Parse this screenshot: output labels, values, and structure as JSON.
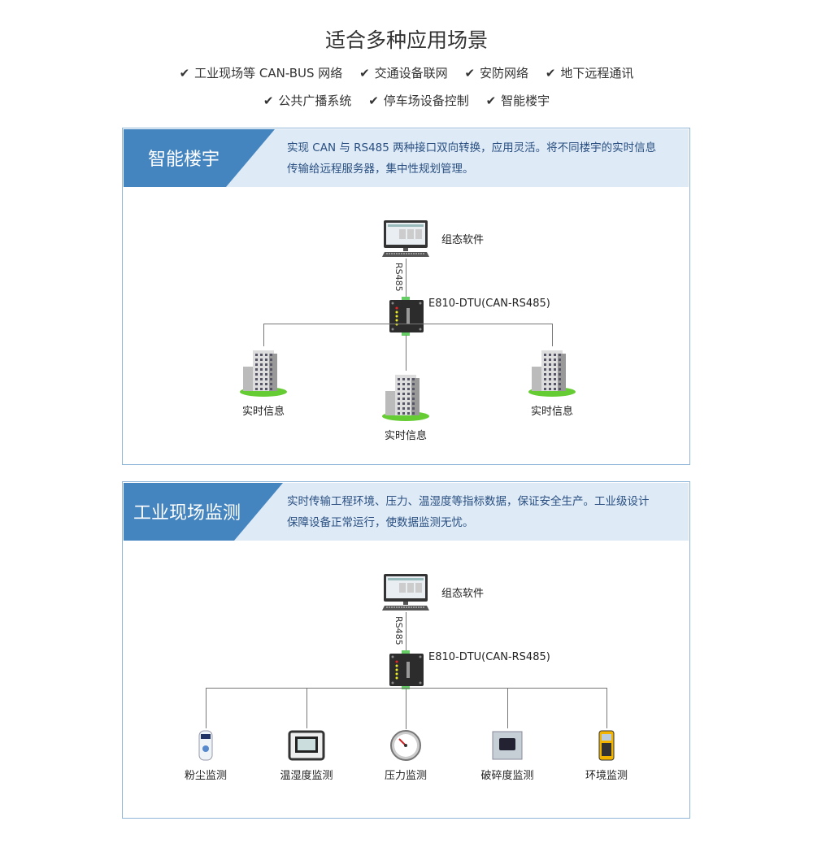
{
  "title": "适合多种应用场景",
  "features_row1": [
    "工业现场等 CAN-BUS 网络",
    "交通设备联网",
    "安防网络",
    "地下远程通讯"
  ],
  "features_row2": [
    "公共广播系统",
    "停车场设备控制",
    "智能楼宇"
  ],
  "check_icon": "✔",
  "colors": {
    "accent": "#4585bf",
    "band": "#deebf7",
    "border": "#8fb6d8",
    "desc_text": "#2a4f80"
  },
  "sections": [
    {
      "title": "智能楼宇",
      "desc_line1": "实现 CAN 与 RS485 两种接口双向转换，应用灵活。将不同楼宇的实时信息",
      "desc_line2": "传输给远程服务器，集中性规划管理。",
      "software": "组态软件",
      "link": "RS485",
      "device": "E810-DTU(CAN-RS485)",
      "nodes": [
        "实时信息",
        "实时信息",
        "实时信息"
      ]
    },
    {
      "title": "工业现场监测",
      "desc_line1": "实时传输工程环境、压力、温湿度等指标数据，保证安全生产。工业级设计",
      "desc_line2": "保障设备正常运行，使数据监测无忧。",
      "software": "组态软件",
      "link": "RS485",
      "device": "E810-DTU(CAN-RS485)",
      "nodes": [
        "粉尘监测",
        "温湿度监测",
        "压力监测",
        "破碎度监测",
        "环境监测"
      ]
    }
  ]
}
